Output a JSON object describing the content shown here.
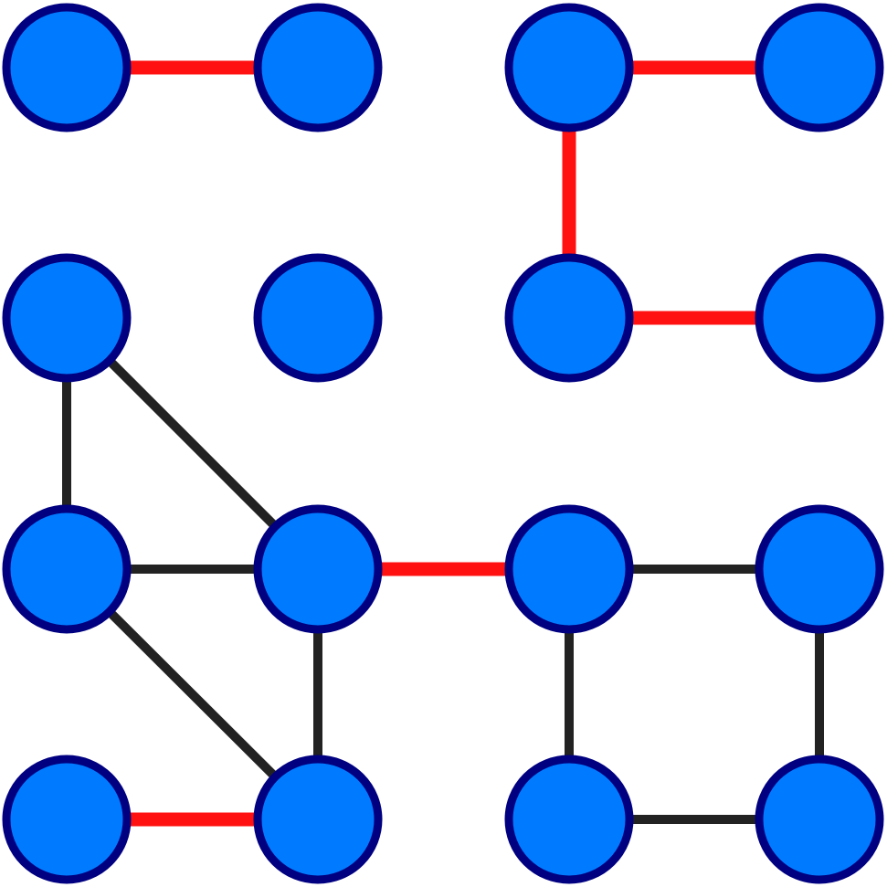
{
  "colors": {
    "node_fill": "#007bff",
    "node_stroke": "#000080",
    "normal_edge": "#222222",
    "highlight_edge": "#ff1111",
    "background": "#ffffff"
  },
  "graph": {
    "nodes": [
      {
        "id": "r0c0",
        "row": 0,
        "col": 0
      },
      {
        "id": "r0c1",
        "row": 0,
        "col": 1
      },
      {
        "id": "r0c2",
        "row": 0,
        "col": 2
      },
      {
        "id": "r0c3",
        "row": 0,
        "col": 3
      },
      {
        "id": "r1c0",
        "row": 1,
        "col": 0
      },
      {
        "id": "r1c1",
        "row": 1,
        "col": 1
      },
      {
        "id": "r1c2",
        "row": 1,
        "col": 2
      },
      {
        "id": "r1c3",
        "row": 1,
        "col": 3
      },
      {
        "id": "r2c0",
        "row": 2,
        "col": 0
      },
      {
        "id": "r2c1",
        "row": 2,
        "col": 1
      },
      {
        "id": "r2c2",
        "row": 2,
        "col": 2
      },
      {
        "id": "r2c3",
        "row": 2,
        "col": 3
      },
      {
        "id": "r3c0",
        "row": 3,
        "col": 0
      },
      {
        "id": "r3c1",
        "row": 3,
        "col": 1
      },
      {
        "id": "r3c2",
        "row": 3,
        "col": 2
      },
      {
        "id": "r3c3",
        "row": 3,
        "col": 3
      }
    ],
    "edges": [
      {
        "from": "r0c0",
        "to": "r0c1",
        "highlight": true
      },
      {
        "from": "r0c2",
        "to": "r0c3",
        "highlight": true
      },
      {
        "from": "r0c2",
        "to": "r1c2",
        "highlight": true
      },
      {
        "from": "r1c2",
        "to": "r1c3",
        "highlight": true
      },
      {
        "from": "r2c1",
        "to": "r2c2",
        "highlight": true
      },
      {
        "from": "r3c0",
        "to": "r3c1",
        "highlight": true
      },
      {
        "from": "r1c0",
        "to": "r2c0",
        "highlight": false
      },
      {
        "from": "r1c0",
        "to": "r2c1",
        "highlight": false
      },
      {
        "from": "r2c0",
        "to": "r2c1",
        "highlight": false
      },
      {
        "from": "r2c0",
        "to": "r3c1",
        "highlight": false
      },
      {
        "from": "r2c1",
        "to": "r3c1",
        "highlight": false
      },
      {
        "from": "r2c2",
        "to": "r2c3",
        "highlight": false
      },
      {
        "from": "r2c2",
        "to": "r3c2",
        "highlight": false
      },
      {
        "from": "r2c3",
        "to": "r3c3",
        "highlight": false
      },
      {
        "from": "r3c2",
        "to": "r3c3",
        "highlight": false
      }
    ]
  }
}
